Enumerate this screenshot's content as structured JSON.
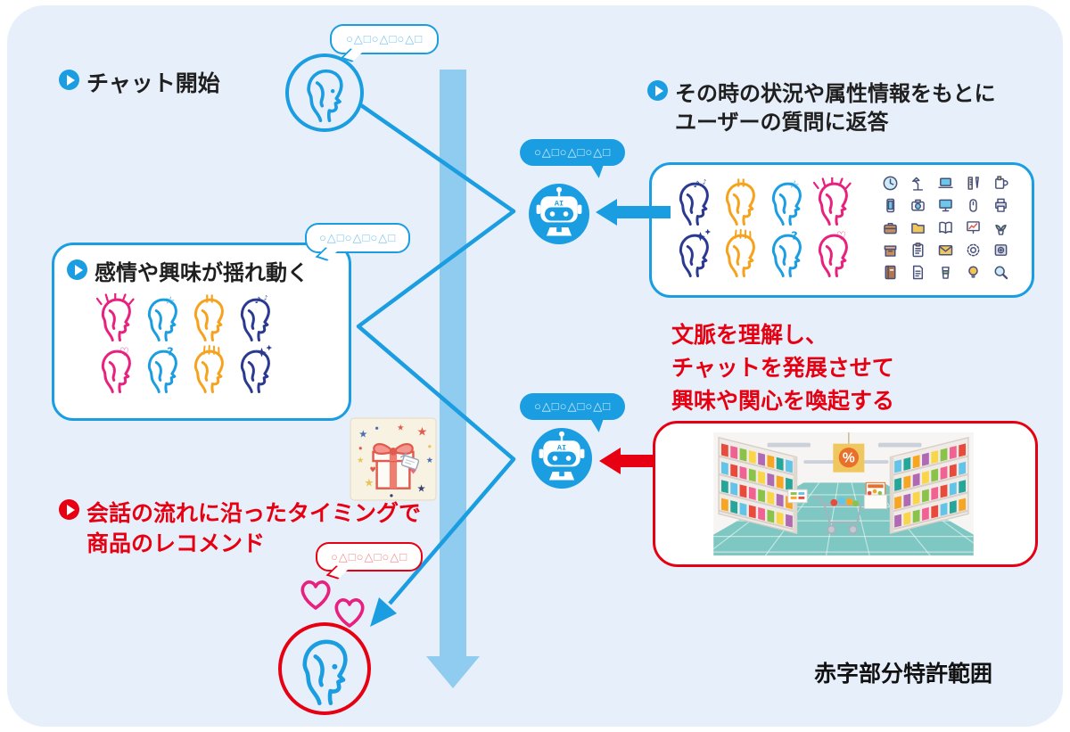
{
  "labels": {
    "chat_start": "チャット開始",
    "reply_line1": "その時の状況や属性情報をもとに",
    "reply_line2": "ユーザーの質問に返答",
    "emotion_title": "感情や興味が揺れ動く",
    "context_line1": "文脈を理解し、",
    "context_line2": "チャットを発展させて",
    "context_line3": "興味や関心を喚起する",
    "recommend_line1": "会話の流れに沿ったタイミングで",
    "recommend_line2": "商品のレコメンド",
    "patent_note": "赤字部分特許範囲",
    "ai_label": "AI",
    "chat_symbols": "○△□○△□○△□",
    "percent_sign": "%"
  },
  "colors": {
    "blue": "#1b9de2",
    "band": "#8fccef",
    "red": "#e60012",
    "navy": "#2b3990",
    "orange": "#f6a21d",
    "pink": "#e8217e",
    "card": "#e7f0fa",
    "sym_blue": "#7cc6ef",
    "sym_red": "#f0908f",
    "text": "#1f1f1f"
  },
  "emotion_heads_left": [
    {
      "color": "pink",
      "mark": "rays"
    },
    {
      "color": "blue",
      "mark": "star"
    },
    {
      "color": "orange",
      "mark": "exclaim"
    },
    {
      "color": "navy",
      "mark": "notes"
    },
    {
      "color": "pink",
      "mark": "heart"
    },
    {
      "color": "blue",
      "mark": "question"
    },
    {
      "color": "orange",
      "mark": "gloom"
    },
    {
      "color": "navy",
      "mark": "sparkles"
    }
  ],
  "emotion_heads_right": [
    {
      "color": "navy",
      "mark": "notes"
    },
    {
      "color": "orange",
      "mark": "exclaim"
    },
    {
      "color": "blue",
      "mark": "star"
    },
    {
      "color": "pink",
      "mark": "rays"
    },
    {
      "color": "navy",
      "mark": "sparkles"
    },
    {
      "color": "orange",
      "mark": "gloom"
    },
    {
      "color": "blue",
      "mark": "question"
    },
    {
      "color": "pink",
      "mark": "heart"
    }
  ],
  "office_icons": [
    "wall-clock",
    "desk-lamp",
    "laptop",
    "ruler-pen",
    "tea-mug",
    "smartphone",
    "camera",
    "monitor",
    "mouse",
    "printer",
    "briefcase",
    "folder",
    "open-book",
    "chart-board",
    "plant",
    "storage-box",
    "clipboard",
    "envelope",
    "gear",
    "safe",
    "notebook",
    "document",
    "coffee-cup",
    "lightbulb",
    "magnifier"
  ]
}
